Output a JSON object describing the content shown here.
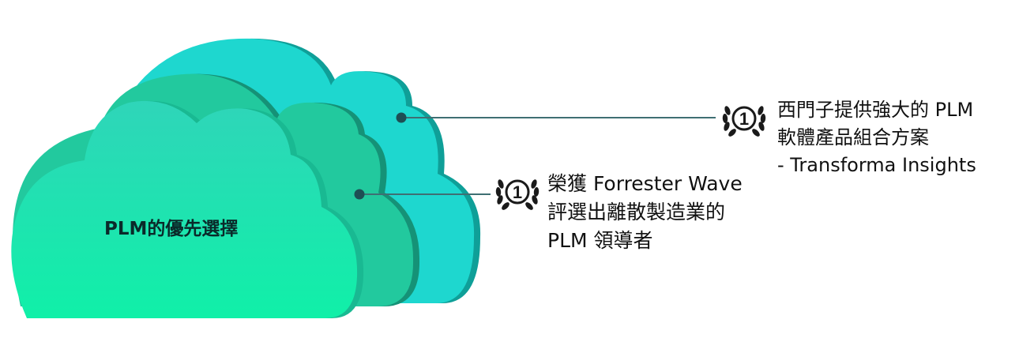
{
  "diagram": {
    "cloud_label": "PLM的優先選擇",
    "callouts": [
      {
        "badge": "1",
        "badge_icon": "laurel-rank-1-icon",
        "lines": [
          "西門子提供強大的 PLM",
          "軟體產品組合方案",
          "- Transforma Insights"
        ]
      },
      {
        "badge": "1",
        "badge_icon": "laurel-rank-1-icon",
        "lines": [
          "榮獲  Forrester Wave",
          "評選出離散製造業的",
          "PLM 領導者"
        ]
      }
    ],
    "colors": {
      "cloud_back": "#1ed7cf",
      "cloud_back_shadow": "#0f9f98",
      "cloud_middle": "#22c99e",
      "cloud_middle_shadow": "#159277",
      "cloud_front_top": "#2fd5b9",
      "cloud_front_bottom": "#10f0a8",
      "connector": "#3f6f73",
      "connector_dot": "#1e4e54",
      "text": "#111111"
    }
  }
}
